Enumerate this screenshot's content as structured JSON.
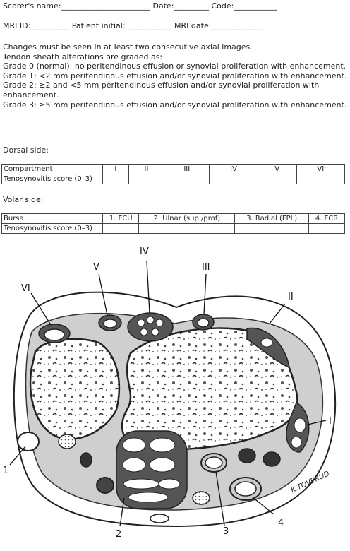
{
  "header": {
    "line1": "Scorer's name:_______________________ Date:_________ Code:___________",
    "line2": "MRI ID:__________ Patient initial:____________ MRI date:_____________"
  },
  "instructions": [
    "Changes must be seen in at least two consecutive axial images.",
    "Tendon sheath alterations are graded as:",
    "Grade 0 (normal): no peritendinous effusion or synovial proliferation with enhancement.",
    "Grade 1: <2 mm peritendinous effusion and/or synovial proliferation with enhancement.",
    "Grade 2: ≥2 and <5 mm peritendinous effusion and/or synovial proliferation with enhancement.",
    "Grade 3: ≥5 mm peritendinous effusion and/or synovial proliferation with enhancement."
  ],
  "dorsal": {
    "title": "Dorsal side:",
    "headers": [
      "Compartment",
      "I",
      "II",
      "III",
      "IV",
      "V",
      "VI"
    ],
    "row_label": "Tenosynovitis score (0–3)"
  },
  "volar": {
    "title": "Volar side:",
    "headers": [
      "Bursa",
      "1. FCU",
      "2. Ulnar (sup./prof)",
      "3. Radial (FPL)",
      "4. FCR"
    ],
    "row_label": "Tenosynovitis score (0–3)"
  },
  "diagram": {
    "labels": {
      "I": "I",
      "II": "II",
      "III": "III",
      "IV": "IV",
      "V": "V",
      "VI": "VI",
      "n1": "1",
      "n2": "2",
      "n3": "3",
      "n4": "4"
    },
    "signature": "K.TOVERUD"
  }
}
